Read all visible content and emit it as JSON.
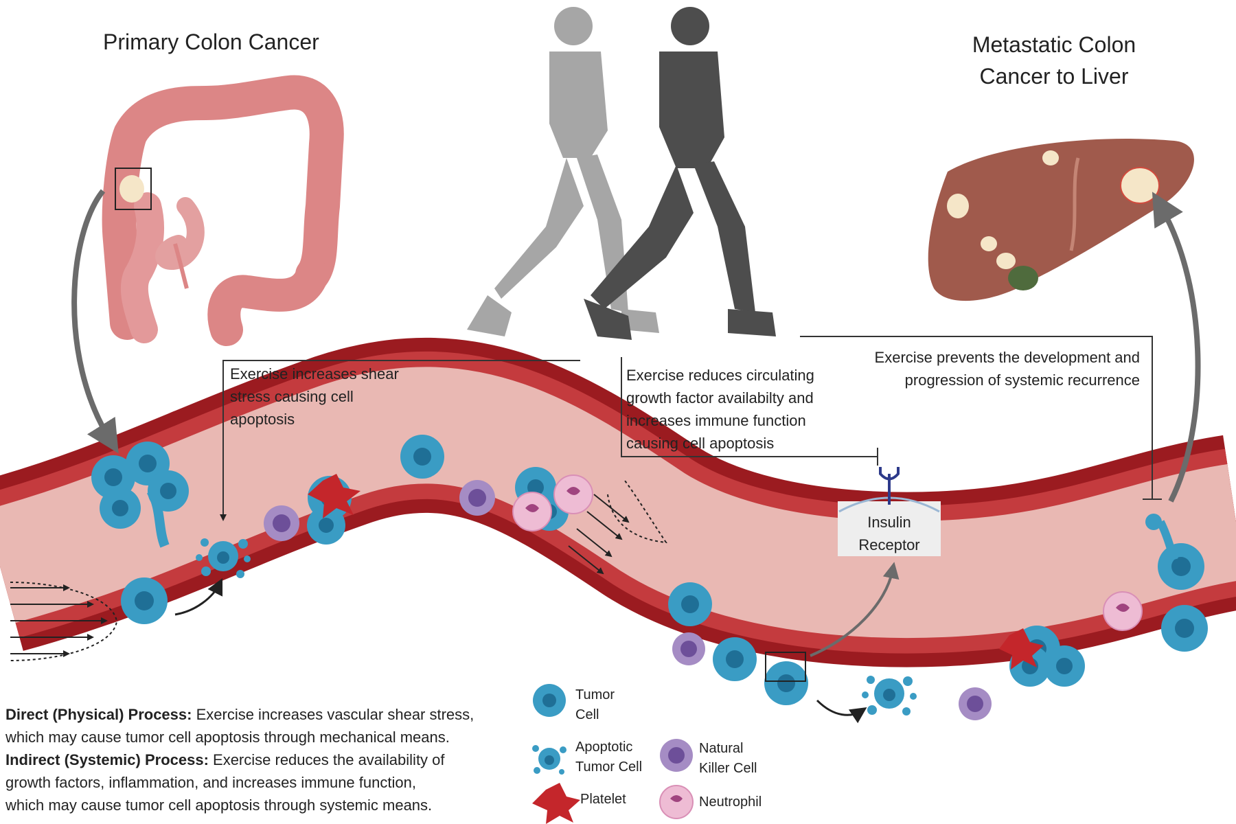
{
  "titles": {
    "primary": "Primary Colon Cancer",
    "metastatic_line1": "Metastatic Colon",
    "metastatic_line2": "Cancer to Liver"
  },
  "notes": {
    "shear_lines": [
      "Exercise increases shear",
      "stress causing cell",
      "apoptosis"
    ],
    "growth_lines": [
      "Exercise reduces circulating",
      "growth factor availabilty and",
      "increases immune function",
      "causing cell apoptosis"
    ],
    "recurrence_lines": [
      "Exercise prevents the development and",
      "progression of systemic recurrence"
    ]
  },
  "receptor": {
    "line1": "Insulin",
    "line2": "Receptor"
  },
  "processes": {
    "direct_heading": "Direct (Physical) Process:",
    "direct_text_1": " Exercise increases vascular shear stress,",
    "direct_text_2": "which may cause tumor cell apoptosis through mechanical means.",
    "indirect_heading": "Indirect (Systemic) Process:",
    "indirect_text_1": " Exercise reduces the availability of",
    "indirect_text_2": "growth factors, inflammation, and increases immune function,",
    "indirect_text_3": "which may cause tumor cell apoptosis through systemic means."
  },
  "legend": {
    "tumor_line1": "Tumor",
    "tumor_line2": "Cell",
    "apoptotic_line1": "Apoptotic",
    "apoptotic_line2": "Tumor Cell",
    "nk_line1": "Natural",
    "nk_line2": "Killer Cell",
    "platelet": "Platelet",
    "neutrophil": "Neutrophil"
  },
  "colors": {
    "vessel_outer": "#9b1b20",
    "vessel_wall": "#c43b3e",
    "vessel_lumen": "#e9b8b3",
    "tumor_cell": "#3a9cc4",
    "tumor_nucleus": "#1f6f96",
    "nk_cell": "#a58cc4",
    "neutrophil": "#eebcd4",
    "platelet": "#c4262b",
    "colon": "#dc8686",
    "liver": "#a05a4c",
    "walker_light": "#a6a6a6",
    "walker_dark": "#4d4d4d"
  }
}
